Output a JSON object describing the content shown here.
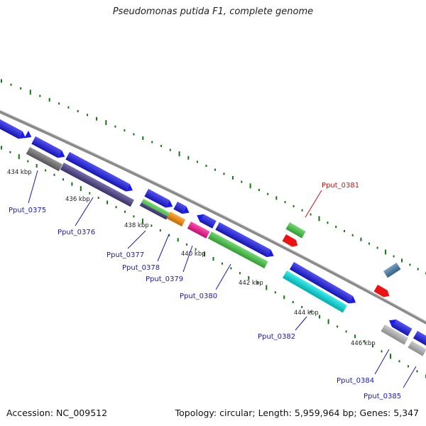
{
  "title": "Pseudomonas putida F1, complete genome",
  "footer": {
    "accession": "Accession: NC_009512",
    "summary": "Topology: circular; Length: 5,959,964 bp; Genes: 5,347"
  },
  "ticks": [
    "434 kbp",
    "436 kbp",
    "438 kbp",
    "440 kbp",
    "442 kbp",
    "444 kbp",
    "446 kbp"
  ],
  "gene_labels": [
    "Pput_0375",
    "Pput_0376",
    "Pput_0377",
    "Pput_0378",
    "Pput_0379",
    "Pput_0380",
    "Pput_0381",
    "Pput_0382",
    "Pput_0384",
    "Pput_0385"
  ],
  "colors": {
    "backbone": "#888888",
    "cds": "#1a1aee",
    "gc_dots": "#117711",
    "label_blue": "#1a1aaa",
    "label_red": "#cc1111",
    "palette": [
      "#707070",
      "#4a3f8c",
      "#44cc44",
      "#ff8c00",
      "#ff1493",
      "#00e5e5",
      "#ee1111",
      "#4a7fb0",
      "#bbbbbb"
    ]
  }
}
